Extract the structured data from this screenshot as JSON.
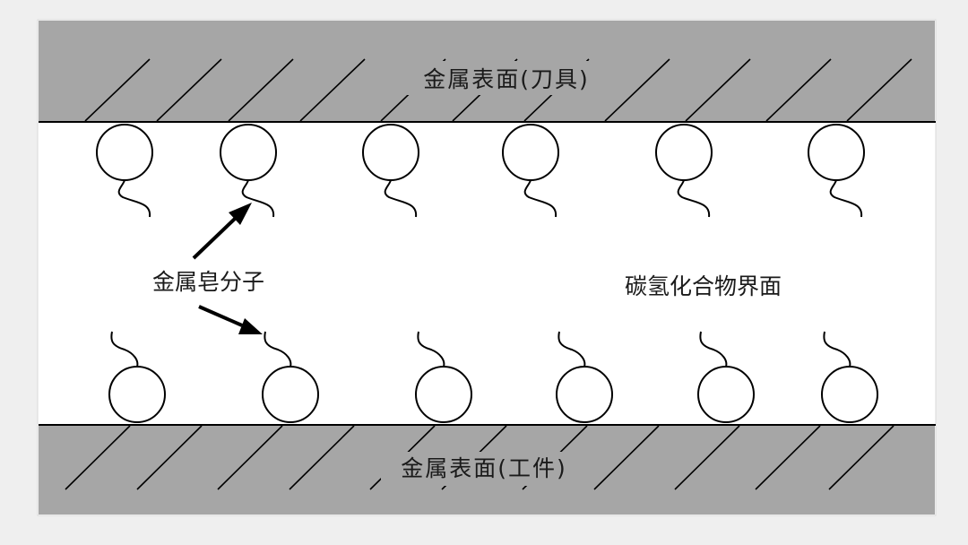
{
  "labels": {
    "top_surface": "金属表面(刀具)",
    "bottom_surface": "金属表面(工件)",
    "soap_molecules": "金属皂分子",
    "hydrocarbon_interface": "碳氢化合物界面"
  },
  "colors": {
    "page_background": "#efefef",
    "frame_border": "#d8d8d8",
    "metal_surface": "#a6a6a6",
    "gap_fill": "#ffffff",
    "line": "#000000"
  },
  "top_molecule_count": 6,
  "bottom_molecule_count": 6
}
